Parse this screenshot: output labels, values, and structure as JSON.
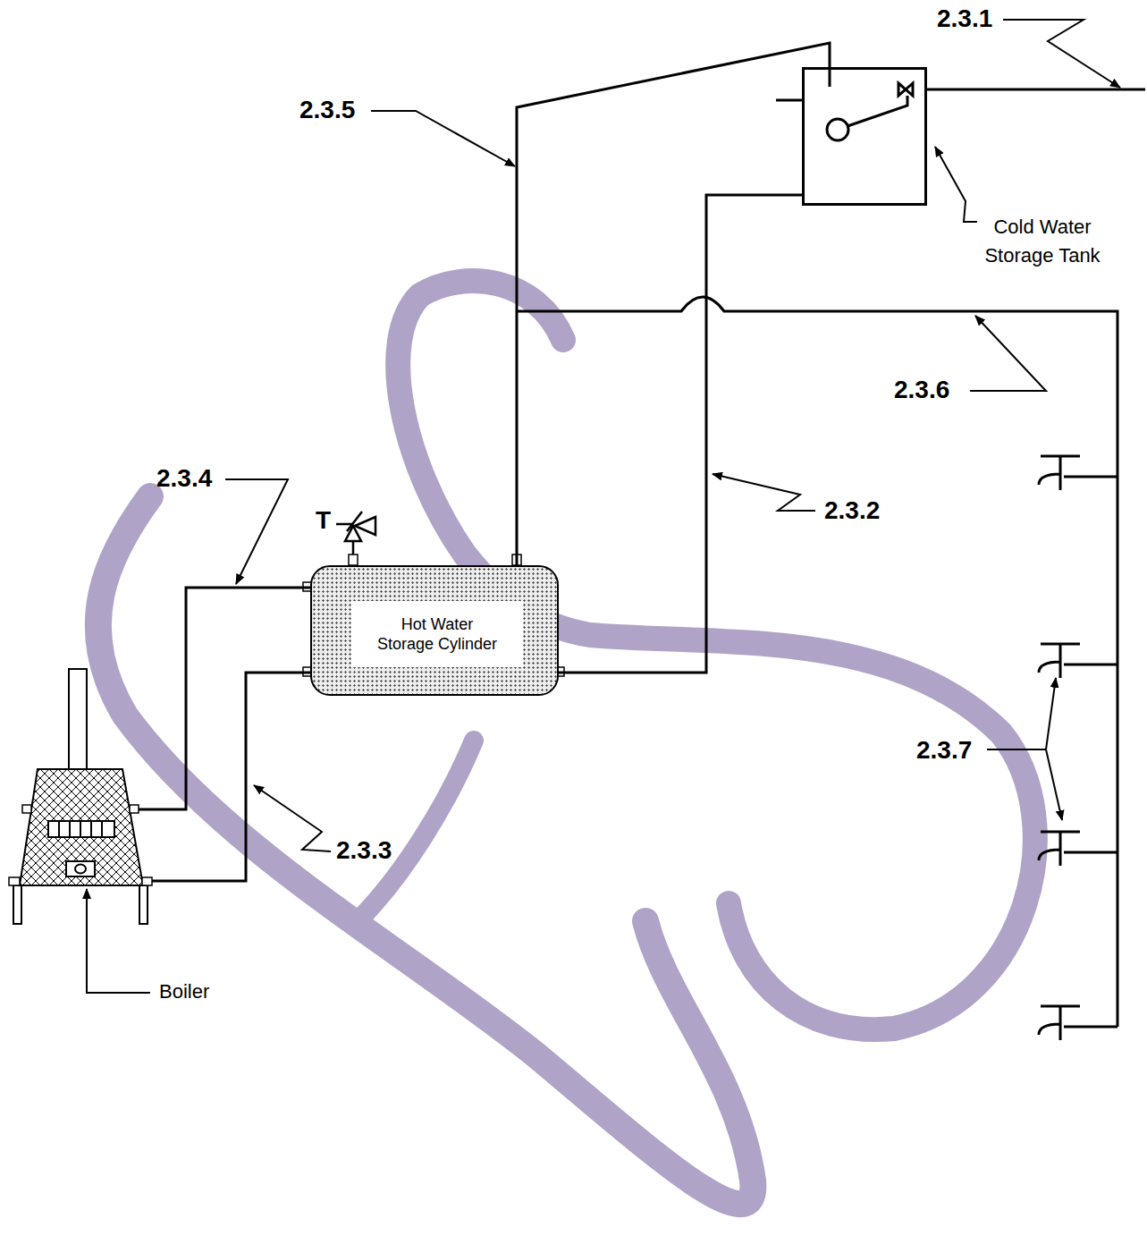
{
  "diagram": {
    "nodes": [
      {
        "text": [
          "Cold Water Storage Tank"
        ]
      },
      {
        "text": [
          "Hot Water Storage Cylinder"
        ]
      },
      {
        "text": [
          "Boiler"
        ]
      }
    ],
    "edges": [
      {
        "from": 2,
        "to": 1,
        "arrow": "none"
      },
      {
        "from": 2,
        "to": 1,
        "arrow": "none"
      },
      {
        "from": 0,
        "to": 1,
        "arrow": "none"
      },
      {
        "from": 1,
        "to": 0,
        "arrow": "none"
      }
    ],
    "labels": [
      "2.3.1",
      "2.3.5",
      "2.3.6",
      "2.3.4",
      "2.3.2",
      "2.3.3",
      "2.3.7",
      "T"
    ]
  }
}
